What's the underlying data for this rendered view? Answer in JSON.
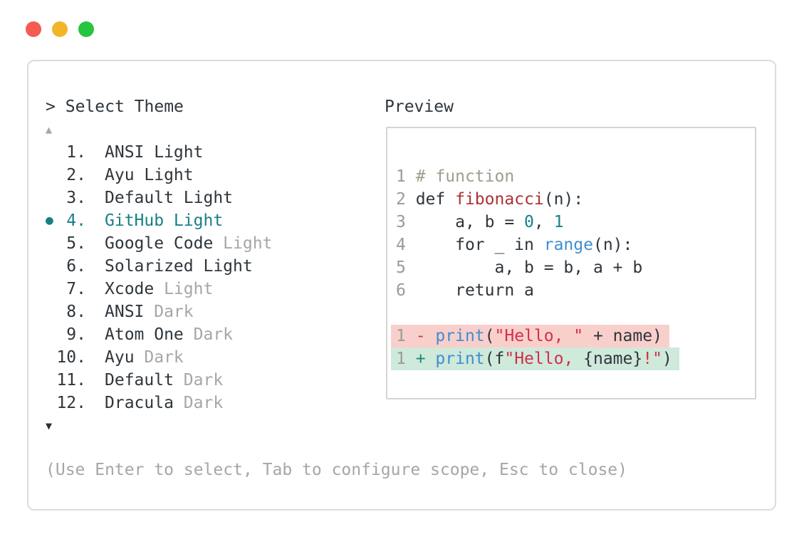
{
  "window": {
    "traffic_lights": [
      {
        "name": "close",
        "color": "#f35b53"
      },
      {
        "name": "minimize",
        "color": "#f2b52a"
      },
      {
        "name": "maximize",
        "color": "#26c53f"
      }
    ]
  },
  "header": {
    "prompt": ">",
    "title": "Select Theme",
    "preview_label": "Preview"
  },
  "theme_list": {
    "scroll_up_indicator": "▲",
    "scroll_down_indicator": "▼",
    "selected_marker": "●",
    "items": [
      {
        "num": "1.",
        "main": "ANSI Light",
        "muted": "",
        "selected": false
      },
      {
        "num": "2.",
        "main": "Ayu Light",
        "muted": "",
        "selected": false
      },
      {
        "num": "3.",
        "main": "Default Light",
        "muted": "",
        "selected": false
      },
      {
        "num": "4.",
        "main": "GitHub Light",
        "muted": "",
        "selected": true
      },
      {
        "num": "5.",
        "main": "Google Code",
        "muted": "Light",
        "selected": false
      },
      {
        "num": "6.",
        "main": "Solarized Light",
        "muted": "",
        "selected": false
      },
      {
        "num": "7.",
        "main": "Xcode",
        "muted": "Light",
        "selected": false
      },
      {
        "num": "8.",
        "main": "ANSI",
        "muted": "Dark",
        "selected": false
      },
      {
        "num": "9.",
        "main": "Atom One",
        "muted": "Dark",
        "selected": false
      },
      {
        "num": "10.",
        "main": "Ayu",
        "muted": "Dark",
        "selected": false
      },
      {
        "num": "11.",
        "main": "Default",
        "muted": "Dark",
        "selected": false
      },
      {
        "num": "12.",
        "main": "Dracula",
        "muted": "Dark",
        "selected": false
      }
    ]
  },
  "preview": {
    "code_lines": [
      {
        "num": "1",
        "tokens": [
          {
            "t": "# function",
            "c": "comment"
          }
        ]
      },
      {
        "num": "2",
        "tokens": [
          {
            "t": "def ",
            "c": "fg"
          },
          {
            "t": "fibonacci",
            "c": "func"
          },
          {
            "t": "(n):",
            "c": "fg"
          }
        ]
      },
      {
        "num": "3",
        "tokens": [
          {
            "t": "    a, b = ",
            "c": "fg"
          },
          {
            "t": "0",
            "c": "number"
          },
          {
            "t": ", ",
            "c": "fg"
          },
          {
            "t": "1",
            "c": "number"
          }
        ]
      },
      {
        "num": "4",
        "tokens": [
          {
            "t": "    for _ in ",
            "c": "fg"
          },
          {
            "t": "range",
            "c": "builtin"
          },
          {
            "t": "(n):",
            "c": "fg"
          }
        ]
      },
      {
        "num": "5",
        "tokens": [
          {
            "t": "        a, b = b, a + b",
            "c": "fg"
          }
        ]
      },
      {
        "num": "6",
        "tokens": [
          {
            "t": "    return a",
            "c": "fg"
          }
        ]
      }
    ],
    "diff_lines": [
      {
        "num": "1",
        "kind": "removed",
        "tokens": [
          {
            "t": "- ",
            "c": "minus"
          },
          {
            "t": "print",
            "c": "builtin"
          },
          {
            "t": "(",
            "c": "fg"
          },
          {
            "t": "\"Hello, \"",
            "c": "string"
          },
          {
            "t": " + name)",
            "c": "fg"
          }
        ]
      },
      {
        "num": "1",
        "kind": "added",
        "tokens": [
          {
            "t": "+ ",
            "c": "plus"
          },
          {
            "t": "print",
            "c": "builtin"
          },
          {
            "t": "(f",
            "c": "fg"
          },
          {
            "t": "\"Hello, ",
            "c": "string"
          },
          {
            "t": "{name}",
            "c": "fg"
          },
          {
            "t": "!\"",
            "c": "string"
          },
          {
            "t": ")",
            "c": "fg"
          }
        ]
      }
    ]
  },
  "footer": {
    "hint": "(Use Enter to select, Tab to configure scope, Esc to close)"
  },
  "colors": {
    "fg": "#2e353b",
    "muted": "#a6a6a6",
    "linenum": "#9a9a9a",
    "accent": "#187f85",
    "comment": "#9aa08e",
    "func": "#ab3236",
    "number": "#17818a",
    "builtin": "#3e8ed0",
    "string": "#d13049",
    "minus": "#d23358",
    "plus": "#1d8676",
    "removed_bg": "#f9cfcb",
    "added_bg": "#cfe9da",
    "arrow_dark": "#2b3036"
  }
}
